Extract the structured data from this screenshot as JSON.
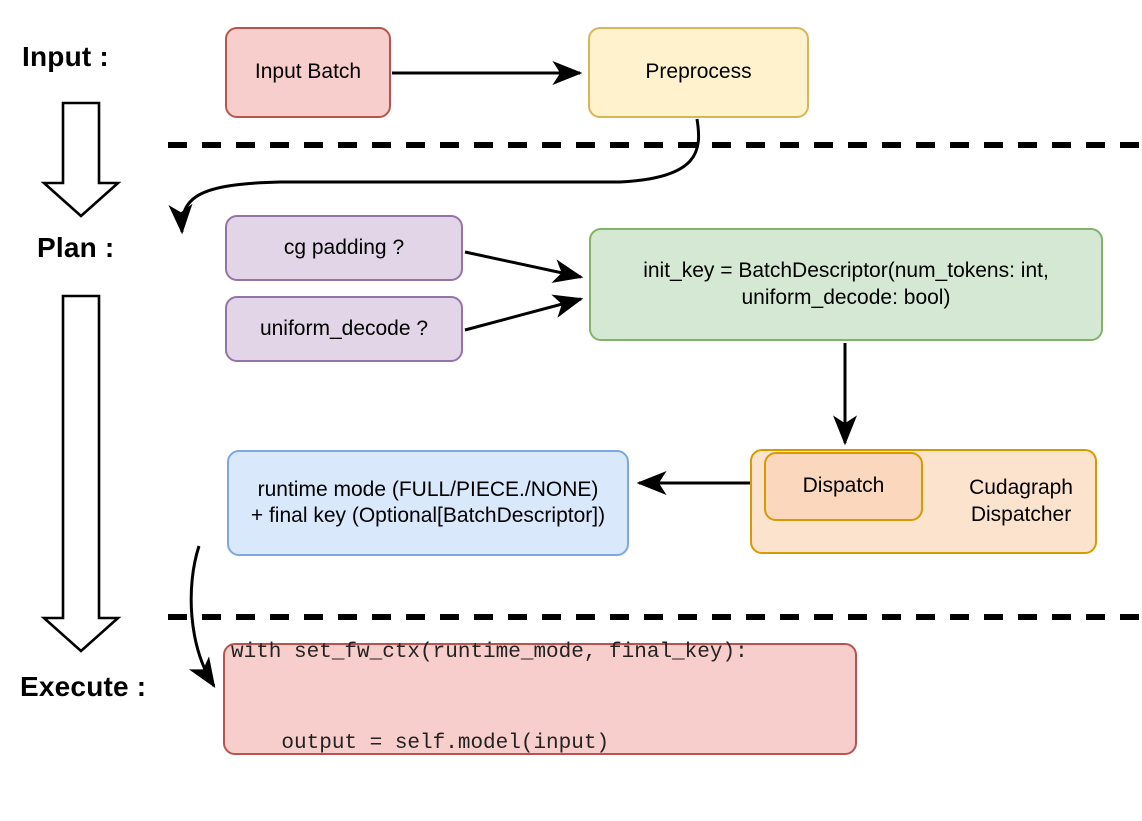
{
  "diagram": {
    "title": "vLLM cudagraph dispatch flow",
    "stages": [
      {
        "id": "input",
        "label": "Input :"
      },
      {
        "id": "plan",
        "label": "Plan :"
      },
      {
        "id": "execute",
        "label": "Execute :"
      }
    ],
    "nodes": {
      "input_batch": {
        "label": "Input Batch",
        "fill": "#f8cecc",
        "stroke": "#b85450"
      },
      "preprocess": {
        "label": "Preprocess",
        "fill": "#fff2cc",
        "stroke": "#d6b656"
      },
      "cg_padding": {
        "label": "cg padding ?",
        "fill": "#e1d5e7",
        "stroke": "#9673a6"
      },
      "uniform_decode": {
        "label": "uniform_decode ?",
        "fill": "#e1d5e7",
        "stroke": "#9673a6"
      },
      "init_key": {
        "line1": "init_key = BatchDescriptor(num_tokens: int,",
        "line2": "uniform_decode: bool)",
        "fill": "#d5e8d4",
        "stroke": "#82b366"
      },
      "cudagraph_dispatcher": {
        "line1": "Cudagraph",
        "line2": "Dispatcher",
        "fill": "#fce3cd",
        "stroke": "#d79b00"
      },
      "dispatch": {
        "label": "Dispatch",
        "fill": "#fad7bd",
        "stroke": "#d79b00"
      },
      "runtime_mode": {
        "line1": "runtime mode (FULL/PIECE./NONE)",
        "line2": "+ final key (Optional[BatchDescriptor])",
        "fill": "#dae8fc",
        "stroke": "#7ea6e0"
      },
      "execute_code": {
        "line1": "with set_fw_ctx(runtime_mode, final_key):",
        "line2": "    output = self.model(input)",
        "fill": "#f8cecc",
        "stroke": "#b85450"
      }
    },
    "separators": {
      "count": 2,
      "style": "dashed",
      "color": "#000000"
    },
    "flow_arrows": {
      "count": 2,
      "style": "hollow-block-down",
      "color": "#000000"
    }
  }
}
